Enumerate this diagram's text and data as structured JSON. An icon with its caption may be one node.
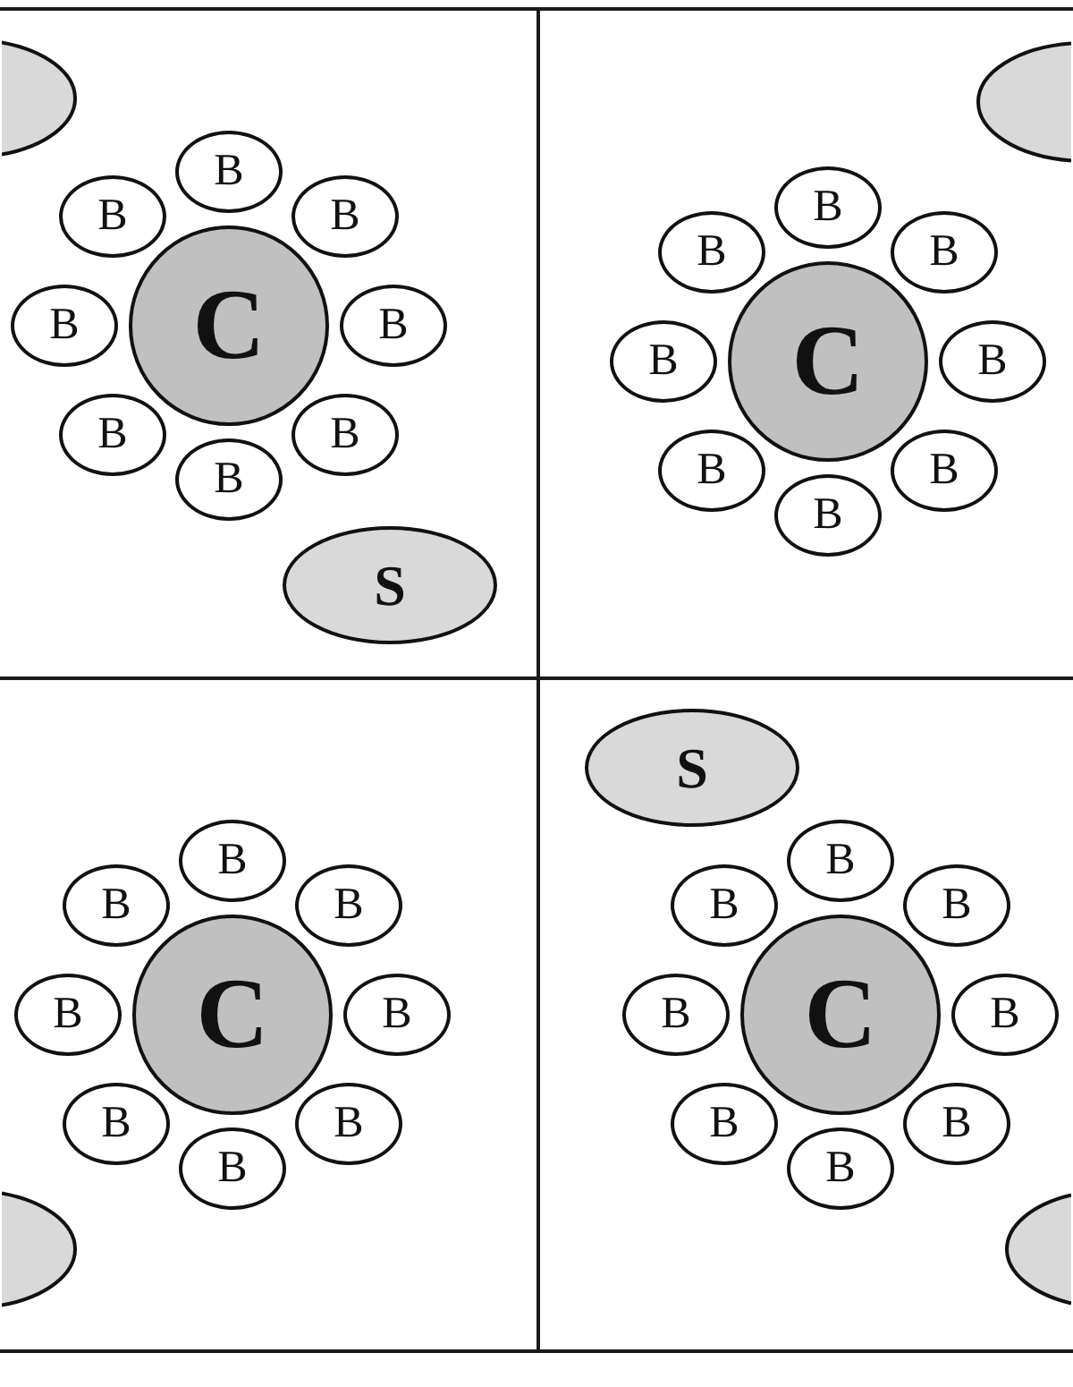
{
  "diagram": {
    "nodes": [
      {
        "text": [],
        "shape": "box"
      },
      {
        "text": [],
        "shape": "ellipse",
        "in": 0
      },
      {
        "text": [
          "B"
        ],
        "in": 0
      },
      {
        "text": [
          "B"
        ],
        "in": 0
      },
      {
        "text": [
          "B"
        ],
        "in": 0
      },
      {
        "text": [
          "B"
        ],
        "in": 0
      },
      {
        "text": [
          "C"
        ],
        "in": 0
      },
      {
        "text": [
          "B"
        ],
        "in": 0
      },
      {
        "text": [
          "B"
        ],
        "in": 0
      },
      {
        "text": [
          "B"
        ],
        "in": 0
      },
      {
        "text": [
          "B"
        ],
        "in": 0
      },
      {
        "text": [
          "S"
        ],
        "in": 0
      },
      {
        "text": [],
        "shape": "box"
      },
      {
        "text": [],
        "shape": "ellipse",
        "in": 12
      },
      {
        "text": [
          "B"
        ],
        "in": 12
      },
      {
        "text": [
          "B"
        ],
        "in": 12
      },
      {
        "text": [
          "B"
        ],
        "in": 12
      },
      {
        "text": [
          "B"
        ],
        "in": 12
      },
      {
        "text": [
          "C"
        ],
        "in": 12
      },
      {
        "text": [
          "B"
        ],
        "in": 12
      },
      {
        "text": [
          "B"
        ],
        "in": 12
      },
      {
        "text": [
          "B"
        ],
        "in": 12
      },
      {
        "text": [
          "B"
        ],
        "in": 12
      },
      {
        "text": [],
        "shape": "box"
      },
      {
        "text": [
          "B"
        ],
        "in": 23
      },
      {
        "text": [
          "B"
        ],
        "in": 23
      },
      {
        "text": [
          "B"
        ],
        "in": 23
      },
      {
        "text": [
          "B"
        ],
        "in": 23
      },
      {
        "text": [
          "C"
        ],
        "in": 23
      },
      {
        "text": [
          "B"
        ],
        "in": 23
      },
      {
        "text": [
          "B"
        ],
        "in": 23
      },
      {
        "text": [
          "B"
        ],
        "in": 23
      },
      {
        "text": [
          "B"
        ],
        "in": 23
      },
      {
        "text": [],
        "shape": "ellipse",
        "in": 23
      },
      {
        "text": [],
        "shape": "box"
      },
      {
        "text": [
          "S"
        ],
        "in": 34
      },
      {
        "text": [
          "B"
        ],
        "in": 34
      },
      {
        "text": [
          "B"
        ],
        "in": 34
      },
      {
        "text": [
          "B"
        ],
        "in": 34
      },
      {
        "text": [
          "B"
        ],
        "in": 34
      },
      {
        "text": [
          "C"
        ],
        "in": 34
      },
      {
        "text": [
          "B"
        ],
        "in": 34
      },
      {
        "text": [
          "B"
        ],
        "in": 34
      },
      {
        "text": [
          "B"
        ],
        "in": 34
      },
      {
        "text": [
          "B"
        ],
        "in": 34
      },
      {
        "text": [],
        "shape": "ellipse",
        "in": 34
      }
    ]
  }
}
